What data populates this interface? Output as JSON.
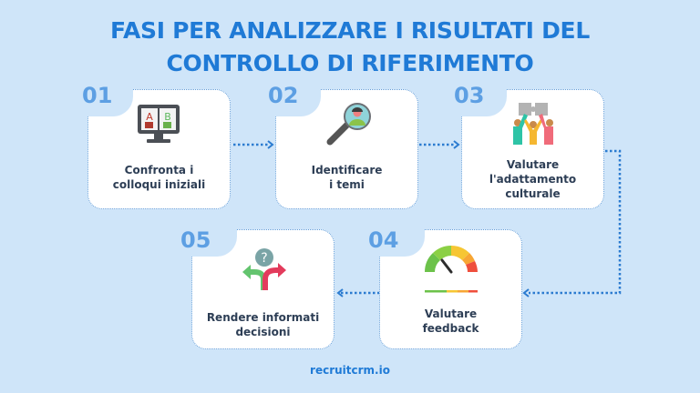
{
  "title": {
    "line1": "FASI PER ANALIZZARE I RISULTATI DEL",
    "line2": "CONTROLLO DI RIFERIMENTO"
  },
  "steps": [
    {
      "number": "01",
      "label_line1": "Confronta i",
      "label_line2": "colloqui iniziali",
      "label_line3": "",
      "icon": "ab-test-monitor-icon"
    },
    {
      "number": "02",
      "label_line1": "Identificare",
      "label_line2": "i temi",
      "label_line3": "",
      "icon": "magnifier-person-icon"
    },
    {
      "number": "03",
      "label_line1": "Valutare",
      "label_line2": "l'adattamento",
      "label_line3": "culturale",
      "icon": "team-puzzle-icon"
    },
    {
      "number": "04",
      "label_line1": "Valutare",
      "label_line2": "feedback",
      "label_line3": "",
      "icon": "feedback-gauge-icon"
    },
    {
      "number": "05",
      "label_line1": "Rendere informati",
      "label_line2": "decisioni",
      "label_line3": "",
      "icon": "decision-arrows-icon"
    }
  ],
  "footer": "recruitcrm.io",
  "colors": {
    "background": "#cfe5f9",
    "accent": "#1f7ad6",
    "number": "#5d9fe3",
    "connector": "#2b7bd0",
    "text": "#2d3e55"
  }
}
